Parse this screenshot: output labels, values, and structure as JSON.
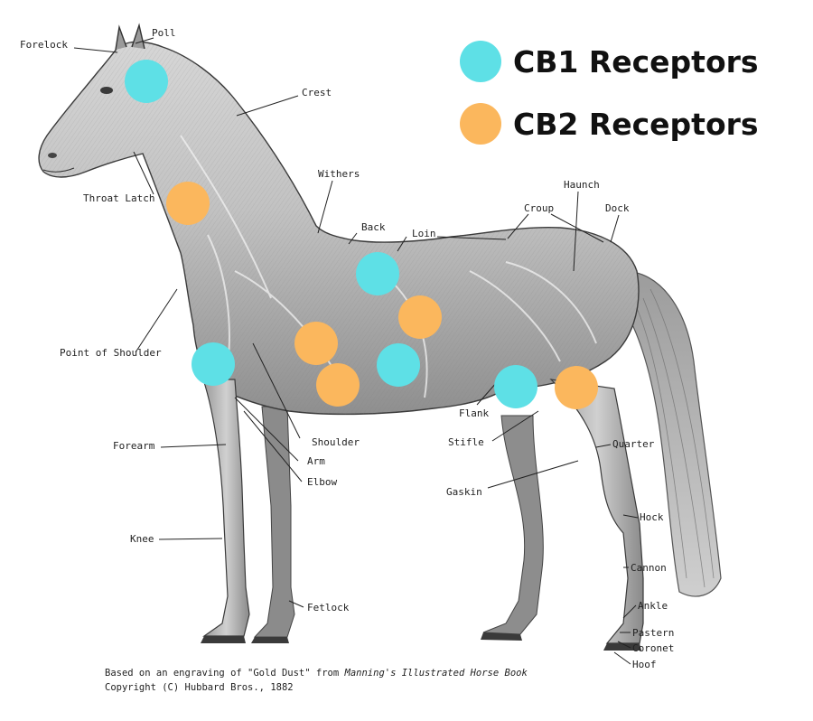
{
  "legend": {
    "cb1": {
      "label": "CB1 Receptors",
      "color": "#5ee0e6"
    },
    "cb2": {
      "label": "CB2 Receptors",
      "color": "#fbb75d"
    }
  },
  "parts": {
    "forelock": "Forelock",
    "poll": "Poll",
    "crest": "Crest",
    "withers": "Withers",
    "throat_latch": "Throat Latch",
    "back": "Back",
    "loin": "Loin",
    "croup": "Croup",
    "haunch": "Haunch",
    "dock": "Dock",
    "point_of_shoulder": "Point of Shoulder",
    "shoulder": "Shoulder",
    "arm": "Arm",
    "elbow": "Elbow",
    "forearm": "Forearm",
    "knee": "Knee",
    "fetlock": "Fetlock",
    "flank": "Flank",
    "stifle": "Stifle",
    "quarter": "Quarter",
    "gaskin": "Gaskin",
    "hock": "Hock",
    "cannon": "Cannon",
    "ankle": "Ankle",
    "pastern": "Pastern",
    "coronet": "Coronet",
    "hoof": "Hoof"
  },
  "caption": {
    "line1_prefix": "Based on an engraving of \"Gold Dust\" from ",
    "line1_title": "Manning's Illustrated Horse Book",
    "line2": "Copyright (C) Hubbard Bros., 1882"
  }
}
